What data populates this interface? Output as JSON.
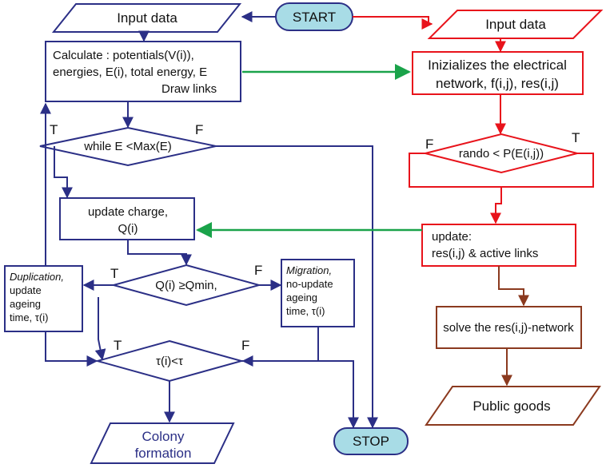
{
  "start": "START",
  "stop": "STOP",
  "left": {
    "input": "Input data",
    "calc": [
      "Calculate : potentials(V(i)),",
      "energies, E(i), total energy, E",
      "Draw links"
    ],
    "while": "while E <Max(E)",
    "while_true": "T",
    "while_false": "F",
    "update_charge": [
      "update charge,",
      "Q(i)"
    ],
    "q_decision": "Q(i) ≥Qmin,",
    "q_true": "T",
    "q_false": "F",
    "duplication": [
      "Duplication,",
      "update",
      "ageing",
      "time, τ(i)"
    ],
    "migration": [
      "Migration,",
      "no-update",
      "ageing",
      "time, τ(i)"
    ],
    "tau_decision": "τ(i)<τ",
    "tau_true": "T",
    "tau_false": "F",
    "colony": [
      "Colony",
      "formation"
    ]
  },
  "right": {
    "input": "Input data",
    "init": [
      "Inizializes the electrical",
      "network, f(i,j), res(i,j)"
    ],
    "rando": "rando < P(E(i,j))",
    "rando_false": "F",
    "rando_true": "T",
    "update": [
      "update:",
      "res(i,j) & active links"
    ],
    "solve": "solve the res(i,j)-network",
    "public": "Public goods"
  },
  "colors": {
    "navy": "#2b2f86",
    "red": "#e8131b",
    "brown": "#8b3a1f",
    "green": "#1aa34a",
    "terminal_fill": "#a8dce6"
  }
}
